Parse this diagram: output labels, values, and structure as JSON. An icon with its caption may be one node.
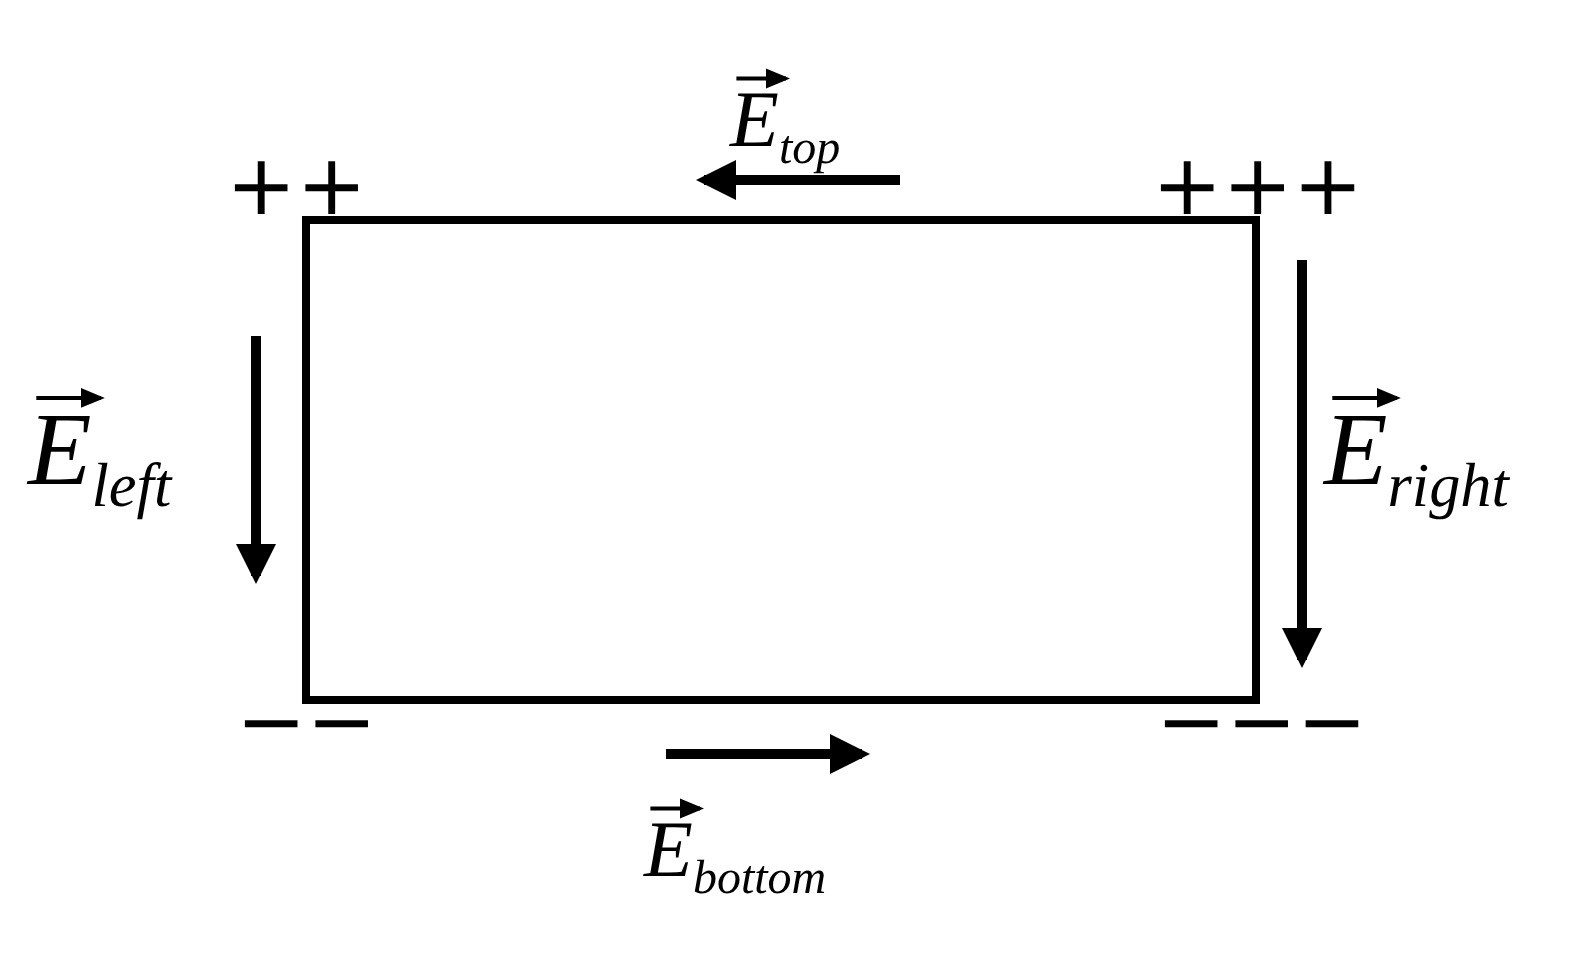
{
  "diagram": {
    "labels": [
      "E$_{top}$",
      "++",
      "+++",
      "E$_{left}$",
      "E$_{right}$",
      "−−",
      "−−−",
      "E$_{bottom}$"
    ]
  }
}
